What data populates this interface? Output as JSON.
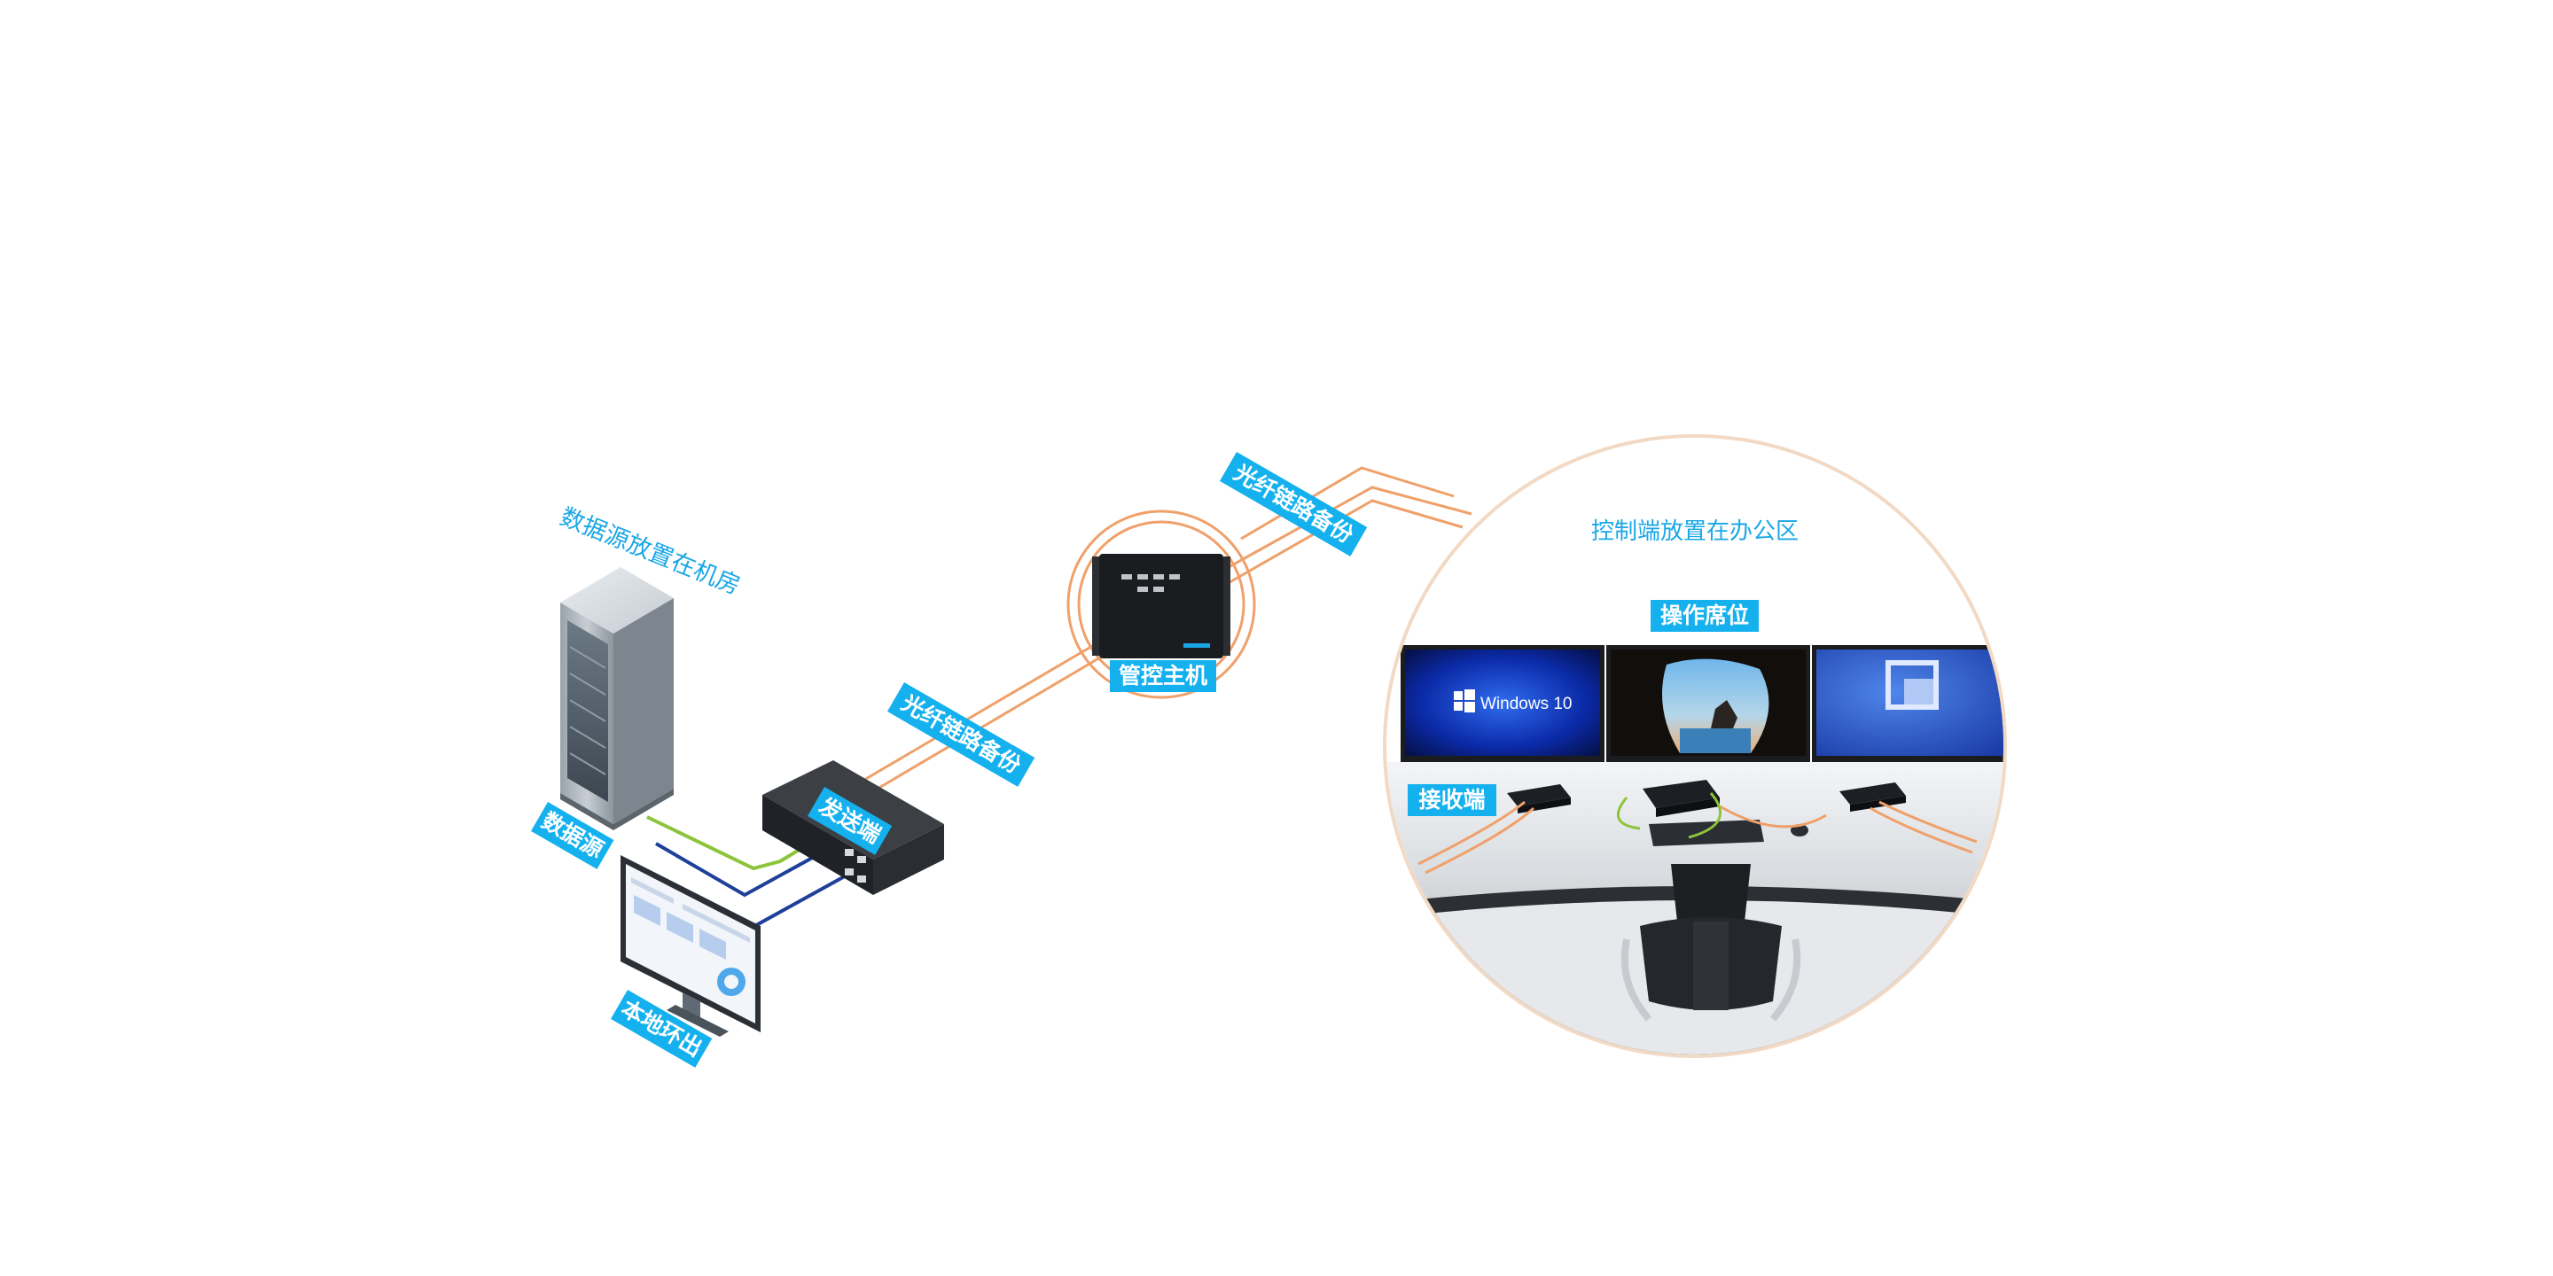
{
  "labels": {
    "source_room": "数据源放置在机房",
    "data_source": "数据源",
    "local_loop": "本地环出",
    "sender": "发送端",
    "fiber_backup_1": "光纤链路备份",
    "fiber_backup_2": "光纤链路备份",
    "control_host": "管控主机",
    "office_area": "控制端放置在办公区",
    "operator_seat": "操作席位",
    "receiver": "接收端"
  },
  "screens": {
    "windows_label": "Windows 10"
  },
  "colors": {
    "label_blue": "#15b1ee",
    "caption_blue": "#1aa7e6",
    "fiber_orange": "#f0a06a",
    "cable_green": "#8cc43c",
    "cable_navy": "#1f3f9a"
  }
}
